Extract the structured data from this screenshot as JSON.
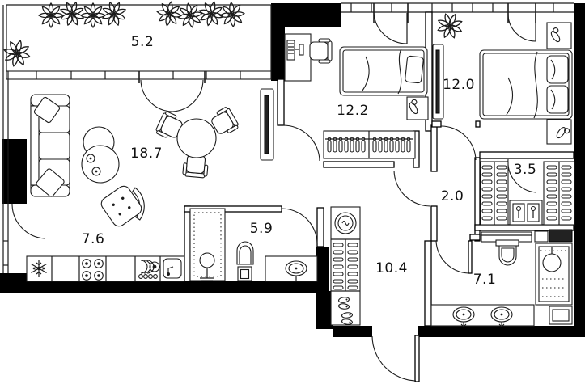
{
  "plan": {
    "type": "apartment-floor-plan",
    "rooms": [
      {
        "id": "balcony",
        "label": "5.2"
      },
      {
        "id": "living-room",
        "label": "18.7"
      },
      {
        "id": "kitchen",
        "label": "7.6"
      },
      {
        "id": "shower-room",
        "label": "5.9"
      },
      {
        "id": "bedroom-left",
        "label": "12.2"
      },
      {
        "id": "bedroom-right",
        "label": "12.0"
      },
      {
        "id": "wardrobe",
        "label": "3.5"
      },
      {
        "id": "vestibule",
        "label": "2.0"
      },
      {
        "id": "hallway",
        "label": "10.4"
      },
      {
        "id": "bathroom",
        "label": "7.1"
      }
    ],
    "colors": {
      "walls": "#000000",
      "lines": "#1c1c1c",
      "background": "#ffffff",
      "labels": "#111111"
    }
  }
}
